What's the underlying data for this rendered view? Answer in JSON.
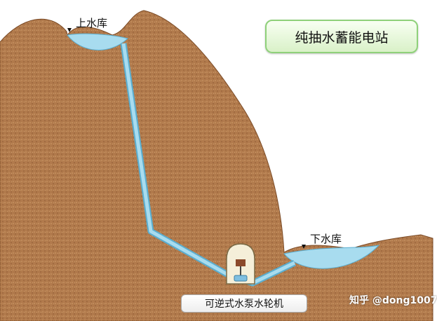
{
  "title": "纯抽水蓄能电站",
  "upper_reservoir": "上水库",
  "lower_reservoir": "下水库",
  "machine_label": "可逆式水泵水轮机",
  "watermark": "知乎 @dong1007",
  "colors": {
    "earth": "#b17a4c",
    "water": "#a8dcef",
    "title_border": "#8fd17a"
  }
}
